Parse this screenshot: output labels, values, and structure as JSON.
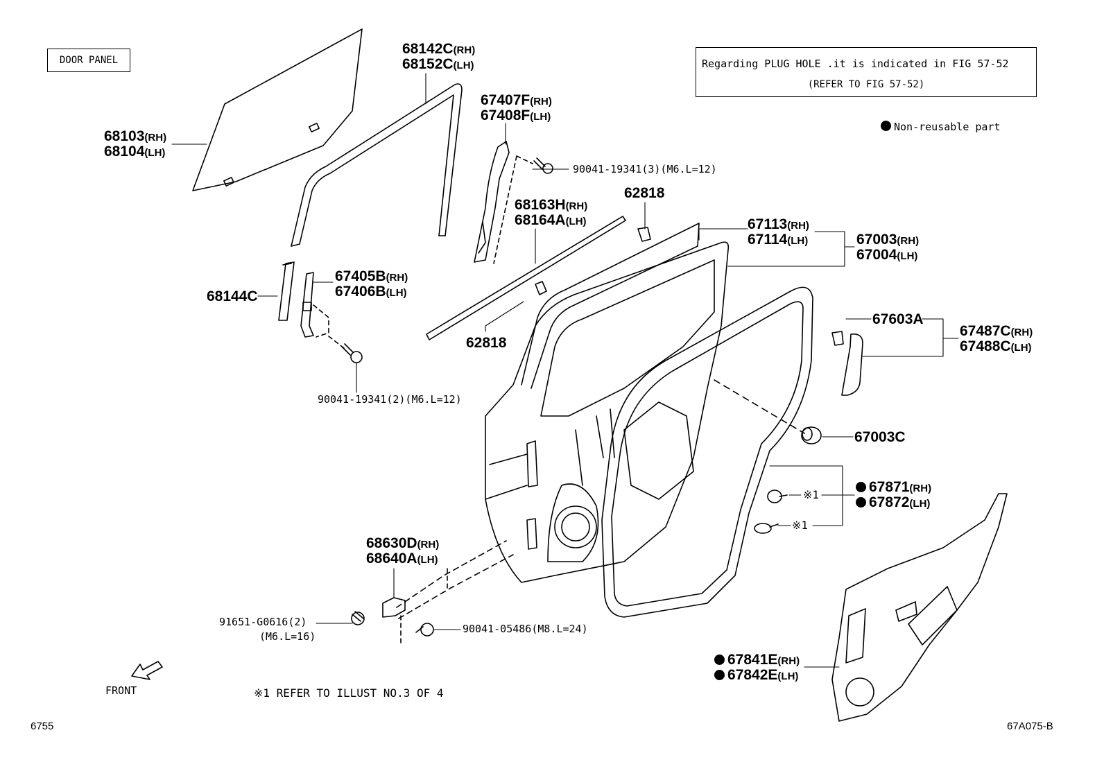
{
  "header": {
    "section_tag": "DOOR PANEL",
    "note_line1": "Regarding PLUG HOLE .it is indicated in FIG 57-52",
    "note_line2": "(REFER TO FIG 57-52)",
    "legend_text": "Non-reusable part"
  },
  "parts": {
    "p68142c": "68142C",
    "p68142c_sfx": "(RH)",
    "p68152c": "68152C",
    "p68152c_sfx": "(LH)",
    "p67407f": "67407F",
    "p67407f_sfx": "(RH)",
    "p67408f": "67408F",
    "p67408f_sfx": "(LH)",
    "p68103": "68103",
    "p68103_sfx": "(RH)",
    "p68104": "68104",
    "p68104_sfx": "(LH)",
    "bolt_top": "90041-19341(3)(M6.L=12)",
    "p62818_top": "62818",
    "p68163h": "68163H",
    "p68163h_sfx": "(RH)",
    "p68164a": "68164A",
    "p68164a_sfx": "(LH)",
    "p67113": "67113",
    "p67113_sfx": "(RH)",
    "p67114": "67114",
    "p67114_sfx": "(LH)",
    "p67003": "67003",
    "p67003_sfx": "(RH)",
    "p67004": "67004",
    "p67004_sfx": "(LH)",
    "p68144c": "68144C",
    "p67405b": "67405B",
    "p67405b_sfx": "(RH)",
    "p67406b": "67406B",
    "p67406b_sfx": "(LH)",
    "p62818_bottom": "62818",
    "p67603a": "67603A",
    "p67487c": "67487C",
    "p67487c_sfx": "(RH)",
    "p67488c": "67488C",
    "p67488c_sfx": "(LH)",
    "bolt_mid": "90041-19341(2)(M6.L=12)",
    "p67003c": "67003C",
    "p67871": "67871",
    "p67871_sfx": "(RH)",
    "p67872": "67872",
    "p67872_sfx": "(LH)",
    "ref1a": "※1",
    "ref1b": "※1",
    "p68630d": "68630D",
    "p68630d_sfx": "(RH)",
    "p68640a": "68640A",
    "p68640a_sfx": "(LH)",
    "bolt_91651": "91651-G0616(2)",
    "bolt_91651_spec": "(M6.L=16)",
    "bolt_05486": "90041-05486(M8.L=24)",
    "p67841e": "67841E",
    "p67841e_sfx": "(RH)",
    "p67842e": "67842E",
    "p67842e_sfx": "(LH)"
  },
  "footer": {
    "front_label": "FRONT",
    "note": "※1 REFER TO ILLUST NO.3 OF 4",
    "page_left": "6755",
    "page_right": "67A075-B"
  },
  "icons": [
    "front-arrow-icon",
    "non-reusable-dot-icon"
  ]
}
